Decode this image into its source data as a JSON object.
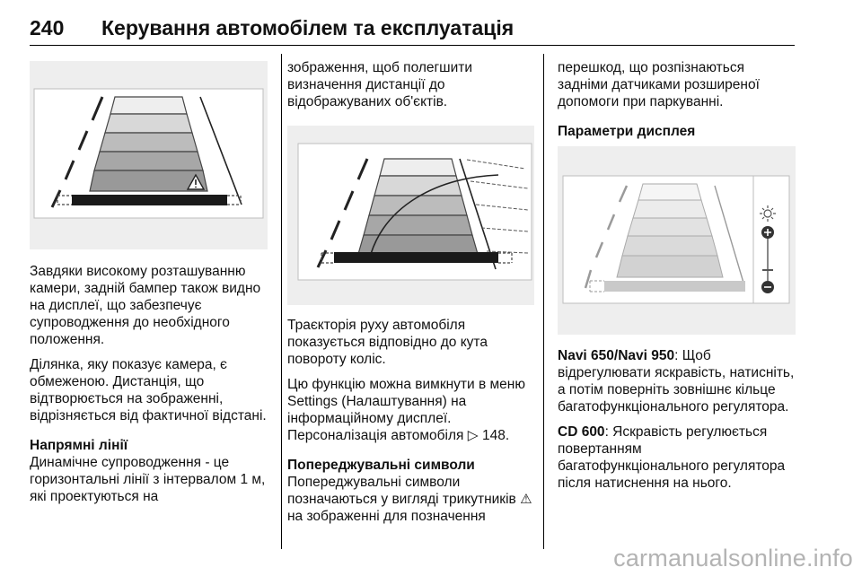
{
  "header": {
    "page_number": "240",
    "title": "Керування автомобілем та експлуатація"
  },
  "col1": {
    "p1": "Завдяки високому розташуванню камери, задній бампер також видно на дисплеї, що забезпечує супроводження до необхідного положення.",
    "p2": "Ділянка, яку показує камера, є обмеженою. Дистанція, що відтворюється на зображенні, відрізняється від фактичної відстані.",
    "heading": "Напрямні лінії",
    "p3": "Динамічне супроводження - це горизонтальні лінії з інтервалом 1 м, які проектуються на"
  },
  "col2": {
    "p1": "зображення, щоб полегшити визначення дистанції до відображуваних об'єктів.",
    "p2": "Траєкторія руху автомобіля показується відповідно до кута повороту коліс.",
    "p3a": "Цю функцію можна вимкнути в меню Settings (Налаштування) на інформаційному дисплеї. Персоналізація автомобіля",
    "ref_icon": "arrow-reference-icon",
    "ref_page": "148.",
    "heading": "Попереджувальні символи",
    "p4a": "Попереджувальні символи позначаються у вигляді трикутників",
    "warning_icon": "warning-triangle-icon",
    "p4b": "на зображенні для позначення"
  },
  "col3": {
    "p1": "перешкод, що розпізнаються задніми датчиками розширеної допомоги при паркуванні.",
    "heading": "Параметри дисплея",
    "navi_label": "Navi 650/Navi 950",
    "navi_text": ": Щоб відрегулювати яскравість, натисніть, а потім поверніть зовнішнє кільце багатофункціонального регулятора.",
    "cd_label": "CD 600",
    "cd_text": ": Яскравість регулюється повертанням багатофункціонального регулятора після натиснення на нього."
  },
  "watermark": "carmanualsonline.info",
  "figures": {
    "fig1_icon": "rear-camera-warning-display-illustration",
    "fig2_icon": "rear-camera-trajectory-display-illustration",
    "fig3_icon": "rear-camera-brightness-display-illustration",
    "brightness_icon": "sun-icon",
    "plus_icon": "plus-icon",
    "minus_icon": "minus-icon"
  }
}
